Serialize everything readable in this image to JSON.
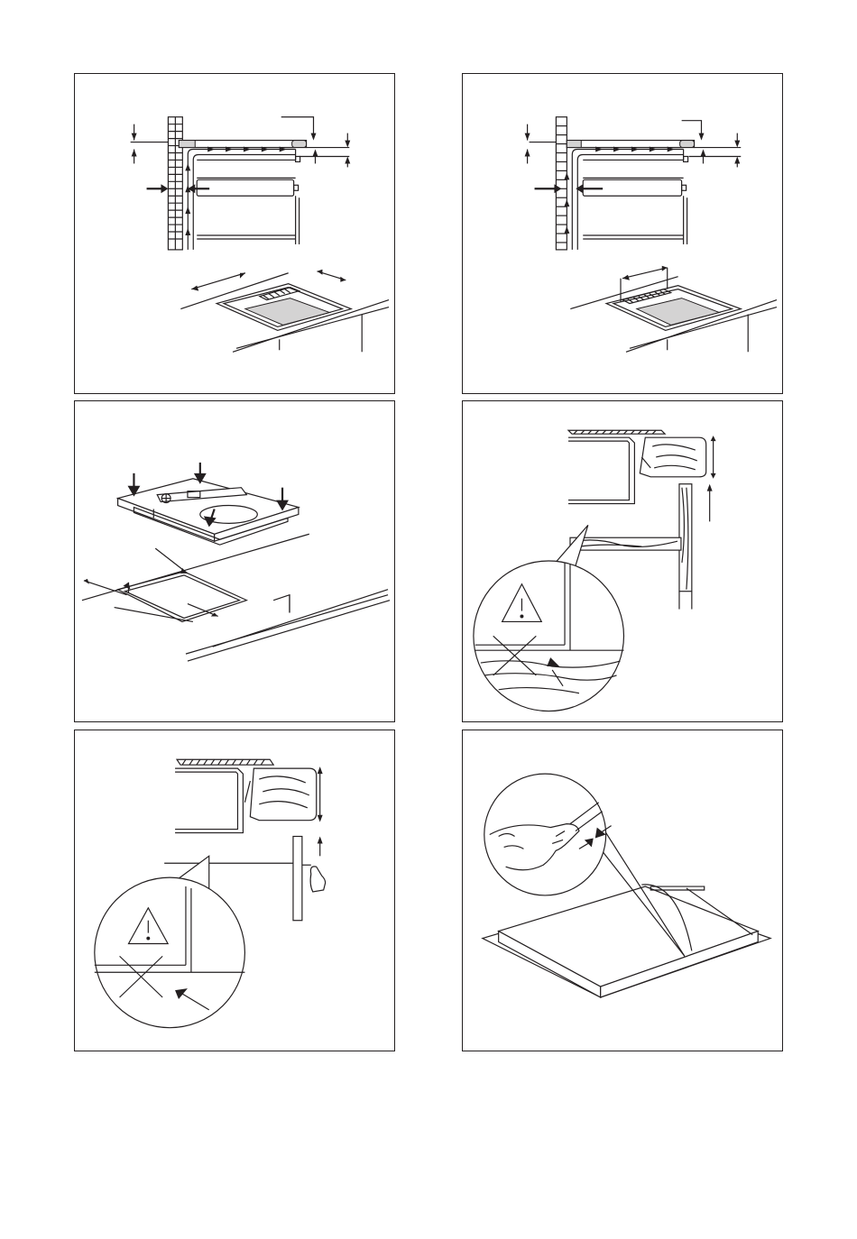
{
  "document": {
    "figures": [
      {
        "id": "ventilation-with-wall",
        "icons": [
          "brick-wall",
          "airflow-arrows",
          "dimension-arrows",
          "worktop-cutout"
        ]
      },
      {
        "id": "ventilation-with-gap",
        "icons": [
          "brick-wall",
          "airflow-arrows",
          "dimension-arrows",
          "worktop-cutout"
        ]
      },
      {
        "id": "hob-installation",
        "icons": [
          "spirit-level",
          "press-down-arrows",
          "worktop-cutout"
        ]
      },
      {
        "id": "drawer-clearance",
        "icons": [
          "wood-grain",
          "warning-triangle",
          "cross-mark",
          "magnifier-circle"
        ]
      },
      {
        "id": "door-clearance",
        "icons": [
          "wood-grain",
          "warning-triangle",
          "cross-mark",
          "magnifier-circle"
        ]
      },
      {
        "id": "seal-application",
        "icons": [
          "hand",
          "seal-strip",
          "hob-panel",
          "magnifier-circle"
        ]
      }
    ],
    "colors": {
      "line": "#231f20",
      "fill_grey": "#d4d3d3",
      "background": "#ffffff"
    }
  }
}
